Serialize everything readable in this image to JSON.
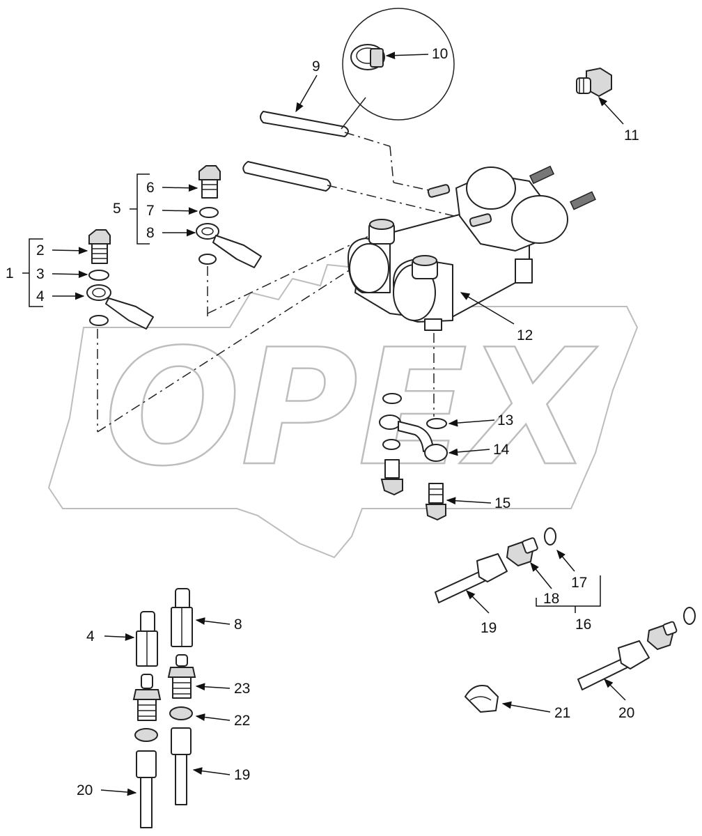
{
  "watermark": {
    "text": "OPEX"
  },
  "callouts": {
    "c1": "1",
    "c2": "2",
    "c3": "3",
    "c4": "4",
    "c5": "5",
    "c6": "6",
    "c7": "7",
    "c8": "8",
    "c9": "9",
    "c10": "10",
    "c11": "11",
    "c12": "12",
    "c13": "13",
    "c14": "14",
    "c15": "15",
    "c16": "16",
    "c17": "17",
    "c18": "18",
    "c19": "19",
    "c4b": "4",
    "c8b": "8",
    "c23": "23",
    "c22": "22",
    "c20": "20",
    "c19b": "19",
    "c21": "21",
    "c20b": "20"
  }
}
